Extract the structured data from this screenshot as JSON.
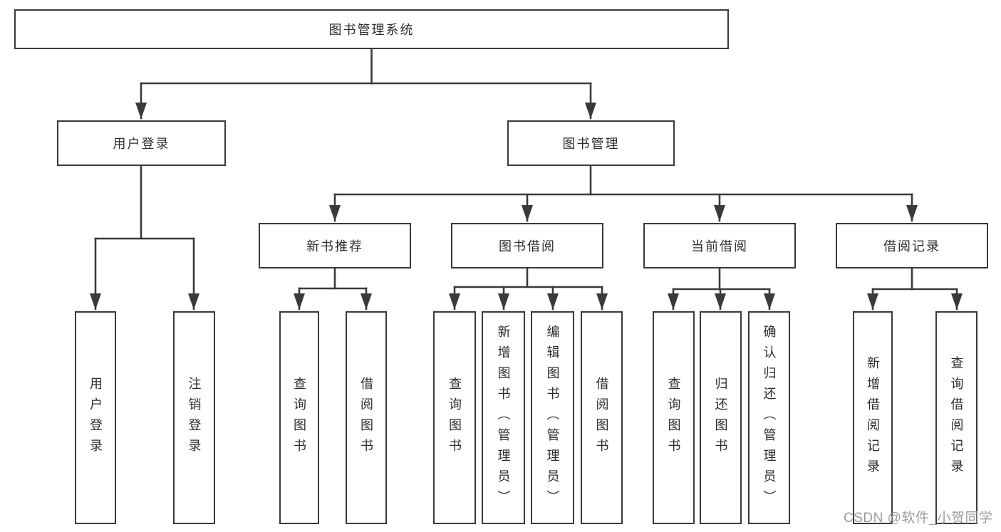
{
  "colors": {
    "line": "#3a3a3a",
    "text": "#2e2e2e",
    "node_bg": "#ffffff",
    "background": "#ffffff",
    "watermark": "#9c9c9c"
  },
  "nodes": {
    "root": {
      "label": "图书管理系统"
    },
    "user_login": {
      "label": "用户登录"
    },
    "book_mgmt": {
      "label": "图书管理"
    },
    "new_book_rec": {
      "label": "新书推荐"
    },
    "book_borrow": {
      "label": "图书借阅"
    },
    "current_borrow": {
      "label": "当前借阅"
    },
    "borrow_records": {
      "label": "借阅记录"
    },
    "leaf_user_login": {
      "label": "用户登录"
    },
    "leaf_logout": {
      "label": "注销登录"
    },
    "leaf_rec_query_book": {
      "label": "查询图书"
    },
    "leaf_rec_borrow_book": {
      "label": "借阅图书"
    },
    "leaf_bb_query_book": {
      "label": "查询图书"
    },
    "leaf_bb_add_book": {
      "label": "新增图书（管理员）"
    },
    "leaf_bb_edit_book": {
      "label": "编辑图书（管理员）"
    },
    "leaf_bb_borrow_book": {
      "label": "借阅图书"
    },
    "leaf_cb_query_book": {
      "label": "查询图书"
    },
    "leaf_cb_return_book": {
      "label": "归还图书"
    },
    "leaf_cb_confirm_return": {
      "label": "确认归还（管理员）"
    },
    "leaf_br_add_record": {
      "label": "新增借阅记录"
    },
    "leaf_br_query_record": {
      "label": "查询借阅记录"
    }
  },
  "watermark": {
    "text": "CSDN @软件_小贺同学"
  }
}
